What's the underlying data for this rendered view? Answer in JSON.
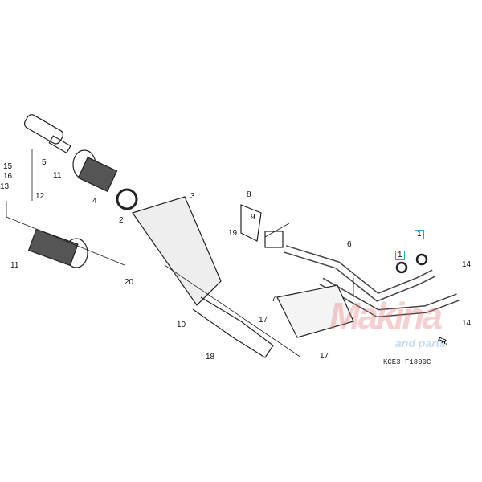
{
  "labels": {
    "p1a": "1",
    "p1b": "1",
    "p2": "2",
    "p3": "3",
    "p4": "4",
    "p5": "5",
    "p6": "6",
    "p7": "7",
    "p8": "8",
    "p9": "9",
    "p10": "10",
    "p11a": "11",
    "p11b": "11",
    "p12": "12",
    "p13": "13",
    "p14a": "14",
    "p14b": "14",
    "p15": "15",
    "p16": "16",
    "p17a": "17",
    "p17b": "17",
    "p18": "18",
    "p19": "19",
    "p20": "20"
  },
  "diagram_code": "KCE3-F1800C",
  "front_marker": "FR.",
  "watermark": "Makina",
  "watermark_sub": "and parts",
  "colors": {
    "highlight": "#2aa6c8"
  }
}
